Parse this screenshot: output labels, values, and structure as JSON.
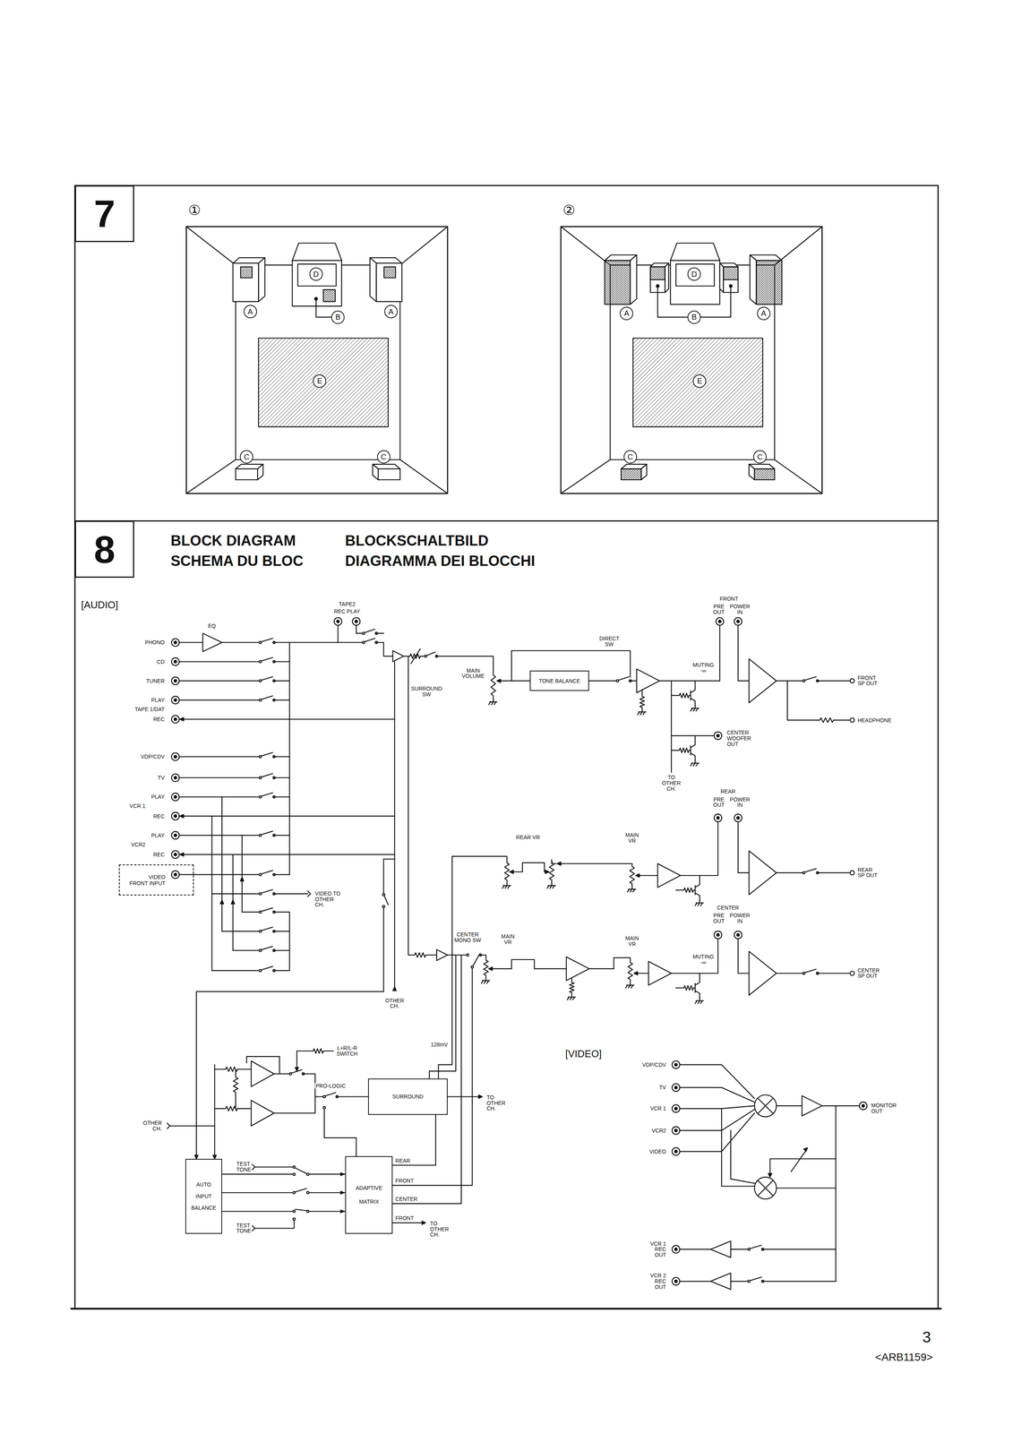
{
  "diagram": {
    "title": "BLOCK DIAGRAM",
    "nodes": [
      {
        "text": [
          "7"
        ]
      },
      {
        "text": [
          "D"
        ]
      },
      {
        "text": [
          "A"
        ]
      },
      {
        "text": [
          "B"
        ]
      },
      {
        "text": [
          "A"
        ]
      },
      {
        "text": [
          "E"
        ]
      },
      {
        "text": [
          "C"
        ]
      },
      {
        "text": [
          "C"
        ]
      },
      {
        "text": [
          "D"
        ]
      },
      {
        "text": [
          "A"
        ]
      },
      {
        "text": [
          "B"
        ]
      },
      {
        "text": [
          "A"
        ]
      },
      {
        "text": [
          "E"
        ]
      },
      {
        "text": [
          "C"
        ]
      },
      {
        "text": [
          "C"
        ]
      },
      {
        "text": [
          "8"
        ]
      },
      {
        "text": [
          "TONE BALANCE"
        ]
      },
      {
        "text": [
          "VIDEO",
          "FRONT INPUT"
        ]
      },
      {
        "text": [
          "SURROUND"
        ]
      },
      {
        "text": [
          "AUTO INPUT BALANCE"
        ]
      },
      {
        "text": [
          "ADAPTIVE MATRIX"
        ]
      }
    ],
    "edges": [
      {
        "from": 19,
        "to": 20,
        "arrow": "to"
      },
      {
        "from": 19,
        "to": 20,
        "arrow": "to"
      },
      {
        "from": 19,
        "to": 20,
        "arrow": "to"
      }
    ],
    "labels": [
      "①",
      "②",
      "SCHEMA DU BLOC",
      "BLOCKSCHALTBILD",
      "DIAGRAMMA DEI BLOCCHI",
      "[AUDIO]",
      "EQ",
      "PHONO",
      "CD",
      "TUNER",
      "PLAY",
      "TAPE 1/DAT",
      "REC",
      "VDP/CDV",
      "TV",
      "PLAY",
      "VCR 1",
      "REC",
      "PLAY",
      "VCR2",
      "REC",
      "TAPE2",
      "REC PLAY",
      "MAIN VOLUME",
      "SURROUND SW",
      "DIRECT SW",
      "MUTING -∞",
      "FRONT",
      "PRE OUT",
      "POWER IN",
      "FRONT SP OUT",
      "HEADPHONE",
      "CENTER WOOFER OUT",
      "TO OTHER CH.",
      "REAR",
      "PRE OUT",
      "POWER IN",
      "REAR VR",
      "MAIN VR",
      "REAR SP OUT",
      "VIDEO TO OTHER CH.",
      "CENTER",
      "PRE OUT",
      "POWER IN",
      "CENTER MONO SW",
      "MAIN VR",
      "MAIN VR",
      "MUTING -∞",
      "CENTER SP OUT",
      "OTHER CH.",
      "L+R/L-R SWITCH",
      "128mV",
      "PRO-LOGIC",
      "TO OTHER CH.",
      "OTHER CH.",
      "TEST TONE",
      "TEST TONE",
      "REAR",
      "FRONT",
      "CENTER",
      "FRONT",
      "TO OTHER CH.",
      "[VIDEO]",
      "VDP/CDV",
      "TV",
      "VCR 1",
      "VCR2",
      "VIDEO",
      "MONITOR OUT",
      "VCR 1 REC OUT",
      "VCR 2 REC OUT",
      "3",
      "<ARB1159>"
    ]
  }
}
